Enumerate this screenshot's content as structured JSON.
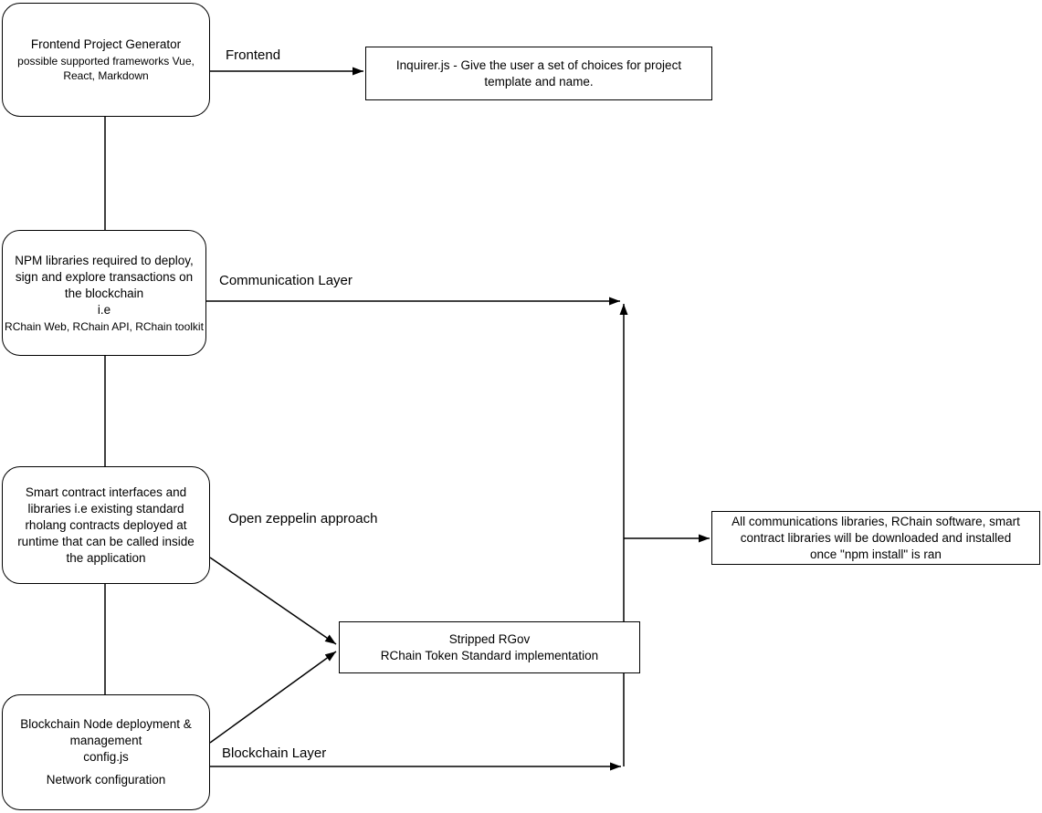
{
  "nodes": {
    "frontend_generator": {
      "title": "Frontend Project Generator",
      "subtitle": "possible supported frameworks Vue,\nReact, Markdown"
    },
    "inquirer": {
      "text": "Inquirer.js - Give the user a set of choices for project\ntemplate and name."
    },
    "npm_libraries": {
      "text": "NPM libraries required to deploy,\nsign and explore transactions on\nthe blockchain\ni.e",
      "subtext": "RChain Web, RChain API, RChain toolkit"
    },
    "smart_contracts": {
      "text": "Smart contract interfaces and\nlibraries i.e existing standard\nrholang contracts deployed at\nruntime that can be called inside\nthe application"
    },
    "stripped_rgov": {
      "text": "Stripped RGov\nRChain Token Standard implementation"
    },
    "blockchain_node": {
      "text": "Blockchain Node deployment &\nmanagement\nconfig.js",
      "subtext": "Network configuration"
    },
    "npm_install_result": {
      "text": "All communications libraries, RChain software, smart\ncontract libraries will be downloaded and installed\nonce \"npm install\" is ran"
    }
  },
  "edges": {
    "frontend": {
      "label": "Frontend"
    },
    "communication_layer": {
      "label": "Communication Layer"
    },
    "open_zeppelin": {
      "label": "Open zeppelin approach"
    },
    "blockchain_layer": {
      "label": "Blockchain Layer"
    }
  },
  "colors": {
    "stroke": "#000000",
    "background": "#ffffff"
  }
}
